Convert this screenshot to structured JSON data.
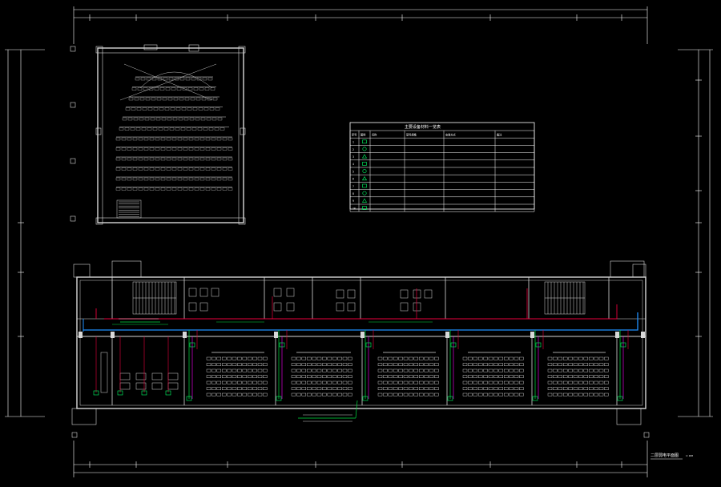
{
  "drawing": {
    "title": "二层弱电平面图",
    "scale": "1:100"
  },
  "legend": {
    "title": "主要设备材料一览表",
    "headers": [
      "序号",
      "图例",
      "名称",
      "型号规格",
      "安装方式",
      "备注"
    ],
    "rows": [
      {
        "no": "1",
        "name": "",
        "spec": "",
        "install": "",
        "note": ""
      },
      {
        "no": "2",
        "name": "",
        "spec": "",
        "install": "",
        "note": ""
      },
      {
        "no": "3",
        "name": "",
        "spec": "",
        "install": "",
        "note": ""
      },
      {
        "no": "4",
        "name": "",
        "spec": "",
        "install": "",
        "note": ""
      },
      {
        "no": "5",
        "name": "",
        "spec": "",
        "install": "",
        "note": ""
      },
      {
        "no": "6",
        "name": "",
        "spec": "",
        "install": "",
        "note": ""
      },
      {
        "no": "7",
        "name": "",
        "spec": "",
        "install": "",
        "note": ""
      },
      {
        "no": "8",
        "name": "",
        "spec": "",
        "install": "",
        "note": ""
      },
      {
        "no": "9",
        "name": "",
        "spec": "",
        "install": "",
        "note": ""
      },
      {
        "no": "10",
        "name": "",
        "spec": "",
        "install": "",
        "note": ""
      }
    ]
  },
  "colors": {
    "wall": "#d8d8d8",
    "dim": "#ffffff",
    "trunk_blue": "#1e90ff",
    "trunk_red": "#e8003c",
    "branch_green": "#00e040",
    "branch_magenta": "#ff00ff",
    "device_green": "#00ff66"
  }
}
